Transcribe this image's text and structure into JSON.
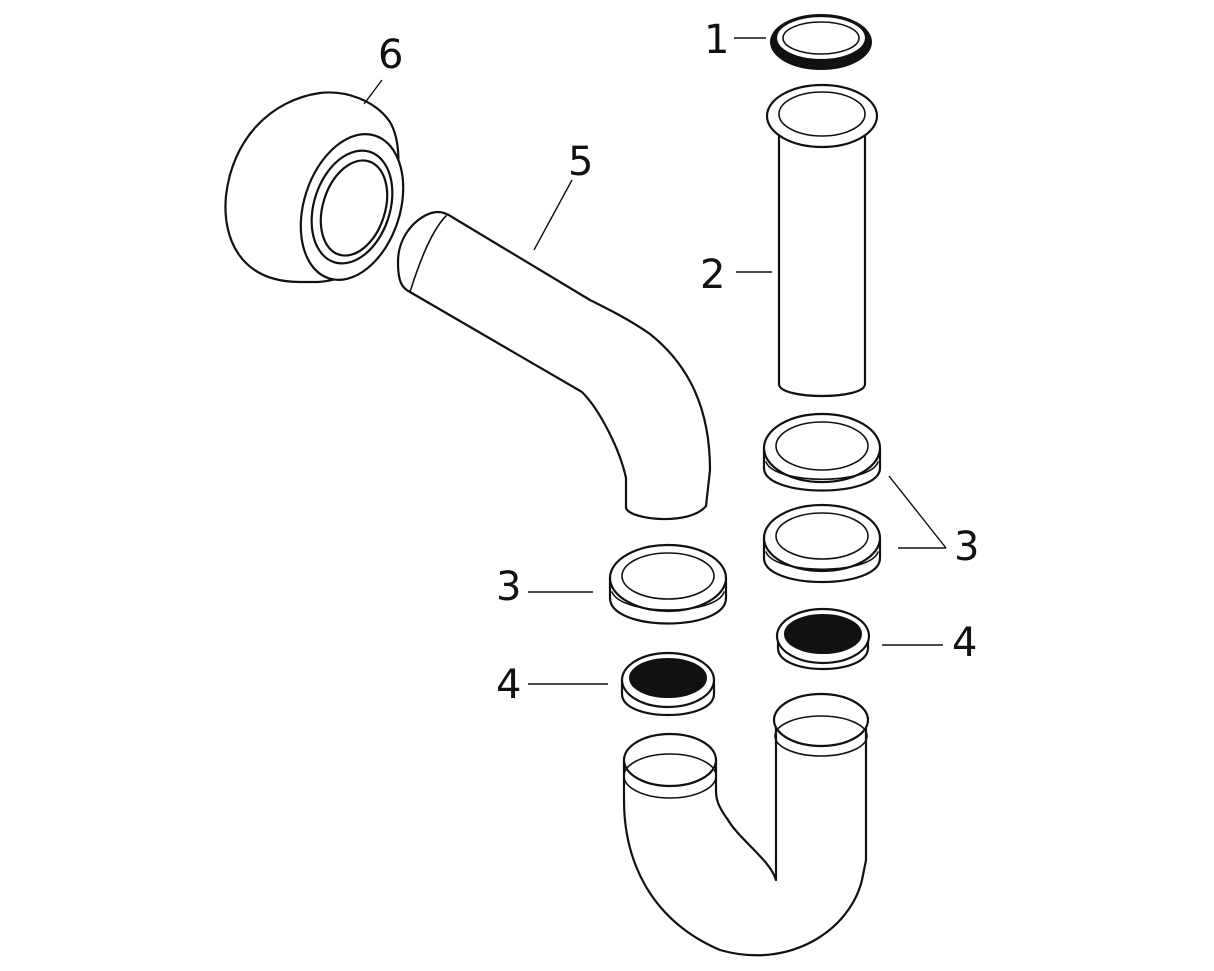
{
  "callouts": {
    "n1": "1",
    "n2": "2",
    "n3_right": "3",
    "n3_left": "3",
    "n4_right": "4",
    "n4_left": "4",
    "n5": "5",
    "n6": "6"
  },
  "colors": {
    "line": "#111111",
    "background": "#ffffff"
  }
}
